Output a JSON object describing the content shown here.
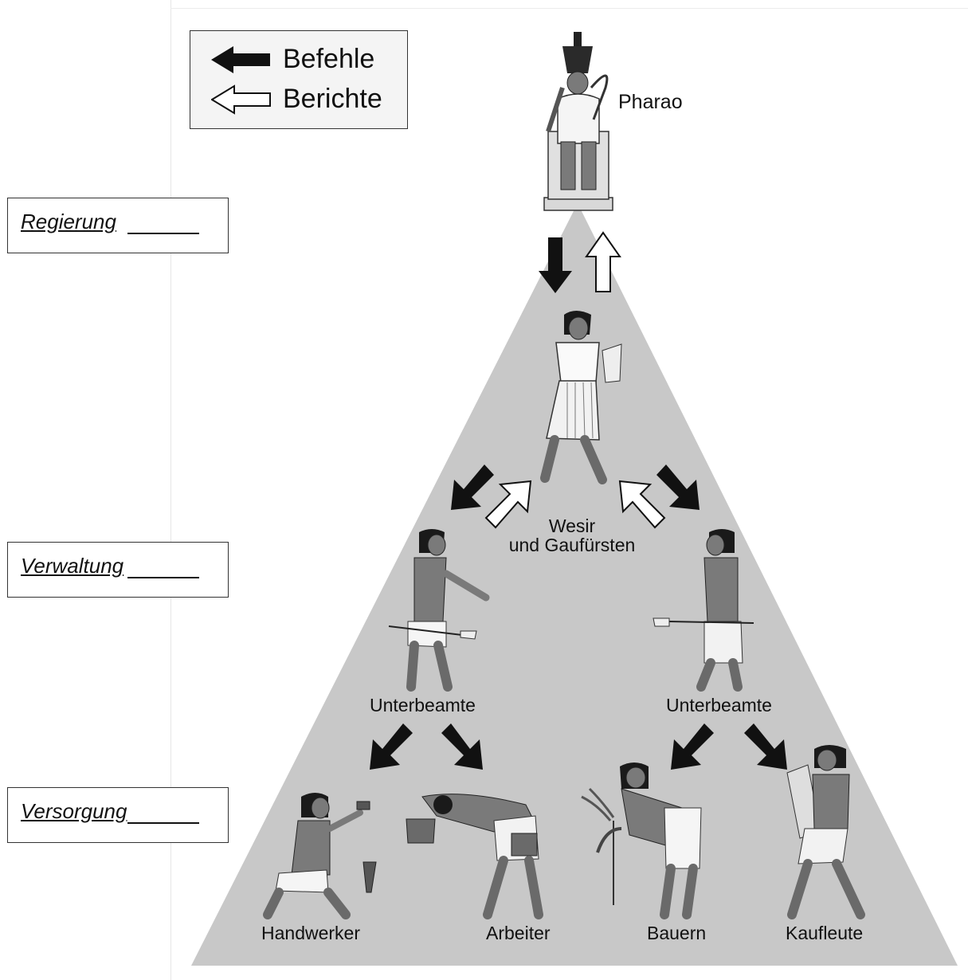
{
  "legend": {
    "commands_label": "Befehle",
    "reports_label": "Berichte"
  },
  "levels": [
    {
      "label": "Regierung"
    },
    {
      "label": "Verwaltung"
    },
    {
      "label": "Versorgung"
    }
  ],
  "hierarchy": {
    "pharao": "Pharao",
    "wesir_line1": "Wesir",
    "wesir_line2": "und Gaufürsten",
    "unterbeamte_left": "Unterbeamte",
    "unterbeamte_right": "Unterbeamte",
    "handwerker": "Handwerker",
    "arbeiter": "Arbeiter",
    "bauern": "Bauern",
    "kaufleute": "Kaufleute"
  },
  "colors": {
    "pyramid": "#c8c8c8",
    "command_arrow": "#111111",
    "report_arrow": "#ffffff",
    "skin": "#7a7a7a",
    "hair": "#1a1a1a"
  }
}
